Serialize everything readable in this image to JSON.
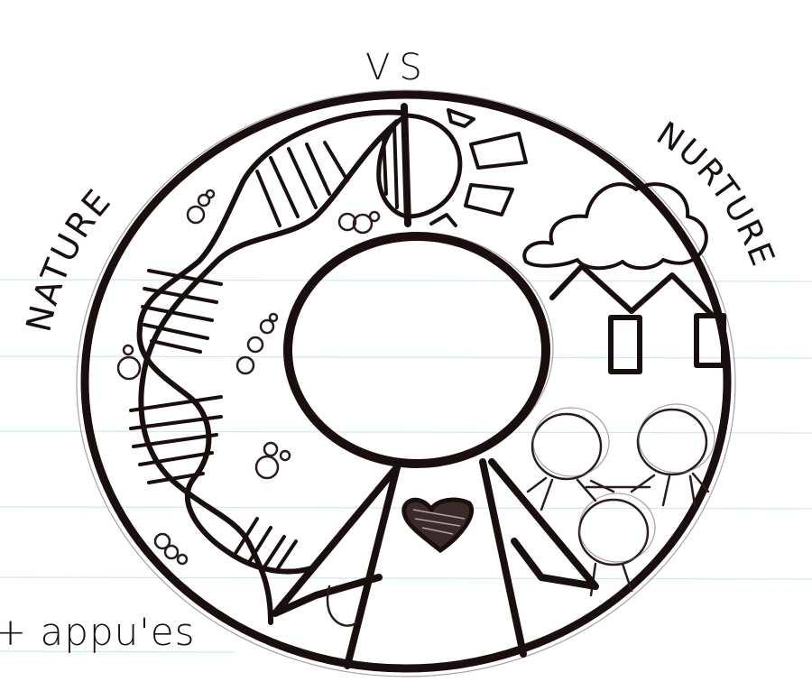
{
  "sketch": {
    "title_top": "VS",
    "label_left": "NATURE",
    "label_right": "NURTURE",
    "caption_bottom_left": "+ appu'es"
  },
  "palette": {
    "ink": "#1a0f0f",
    "paper": "#ffffff",
    "rule_lines": "#a8d6e0"
  },
  "elements": {
    "left_half": [
      "dna-double-helix",
      "cell-bubble-clusters"
    ],
    "right_half": [
      "sun",
      "cloud",
      "two-houses",
      "three-people"
    ],
    "center": [
      "blank-central-circle",
      "ribbon-tails",
      "heart"
    ]
  }
}
